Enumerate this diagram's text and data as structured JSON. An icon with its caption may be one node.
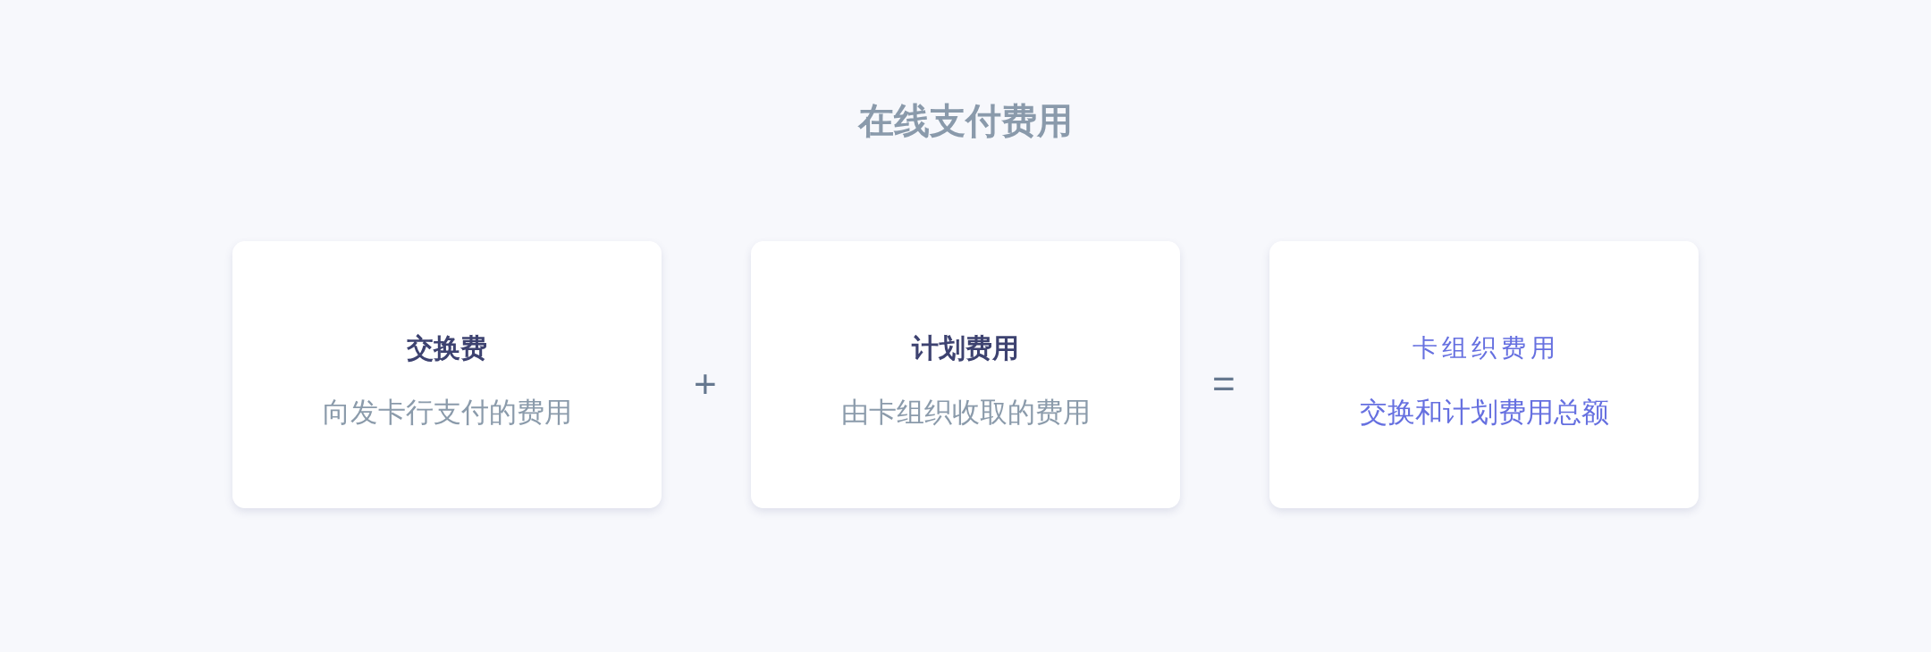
{
  "diagram": {
    "title": "在线支付费用",
    "nodes": [
      {
        "text": [
          "交换费",
          "向发卡行支付的费用"
        ]
      },
      {
        "text": [
          "计划费用",
          "由卡组织收取的费用"
        ]
      },
      {
        "text": [
          "卡组织费用",
          "交换和计划费用总额"
        ]
      }
    ],
    "labels": [
      "+",
      "="
    ]
  }
}
